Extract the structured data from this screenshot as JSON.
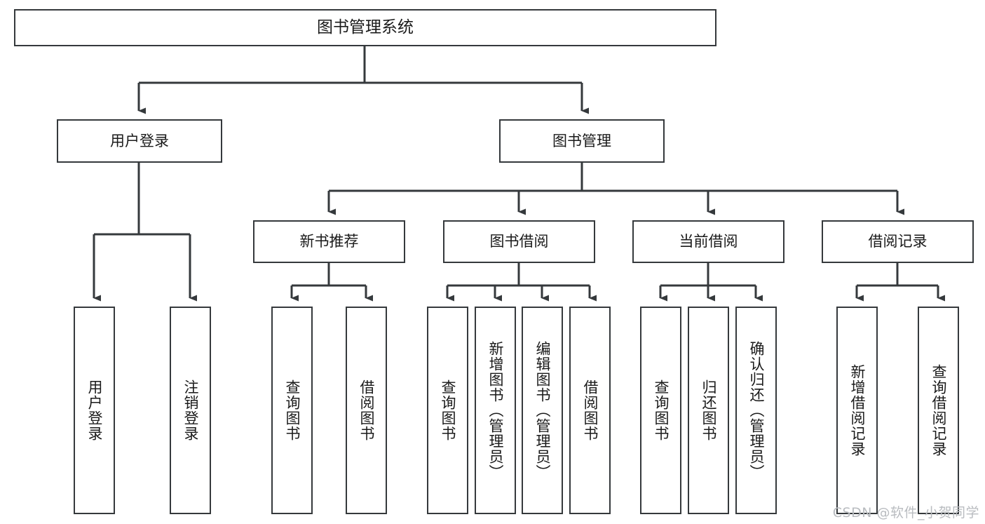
{
  "diagram": {
    "title": "图书管理系统",
    "type": "tree",
    "root": {
      "label": "图书管理系统"
    },
    "level2": [
      {
        "label": "用户登录"
      },
      {
        "label": "图书管理"
      }
    ],
    "level3": [
      {
        "label": "新书推荐"
      },
      {
        "label": "图书借阅"
      },
      {
        "label": "当前借阅"
      },
      {
        "label": "借阅记录"
      }
    ],
    "leaves": {
      "user_login": [
        {
          "label": "用户登录"
        },
        {
          "label": "注销登录"
        }
      ],
      "new_book_recommend": [
        {
          "label": "查询图书"
        },
        {
          "label": "借阅图书"
        }
      ],
      "book_borrow": [
        {
          "label": "查询图书"
        },
        {
          "label": "新增图书（管理员）"
        },
        {
          "label": "编辑图书（管理员）"
        },
        {
          "label": "借阅图书"
        }
      ],
      "current_borrow": [
        {
          "label": "查询图书"
        },
        {
          "label": "归还图书"
        },
        {
          "label": "确认归还（管理员）"
        }
      ],
      "borrow_record": [
        {
          "label": "新增借阅记录"
        },
        {
          "label": "查询借阅记录"
        }
      ]
    }
  },
  "watermark": {
    "text": "CSDN @软件_小贺同学"
  },
  "colors": {
    "box_border": "#35393c",
    "box_fill": "#ffffff",
    "line": "#35393c",
    "text": "#1a1a1a",
    "watermark": "#b9bcc0"
  }
}
